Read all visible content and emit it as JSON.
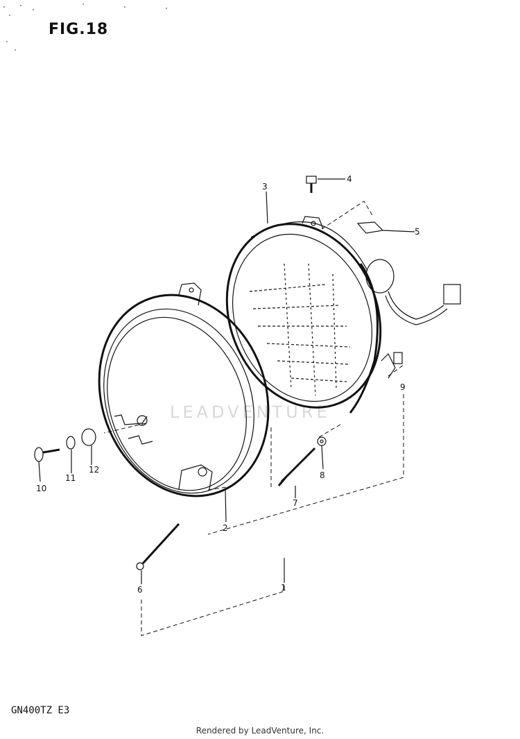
{
  "figure_label": "FIG.18",
  "model_code": "GN400TZ  E3",
  "watermark": "LEADVENTURE",
  "footer": "Rendered by LeadVenture, Inc.",
  "callouts": {
    "c1": "1",
    "c2": "2",
    "c3": "3",
    "c4": "4",
    "c5": "5",
    "c6": "6",
    "c7": "7",
    "c8": "8",
    "c9": "9",
    "c10": "10",
    "c11": "11",
    "c12": "12"
  }
}
